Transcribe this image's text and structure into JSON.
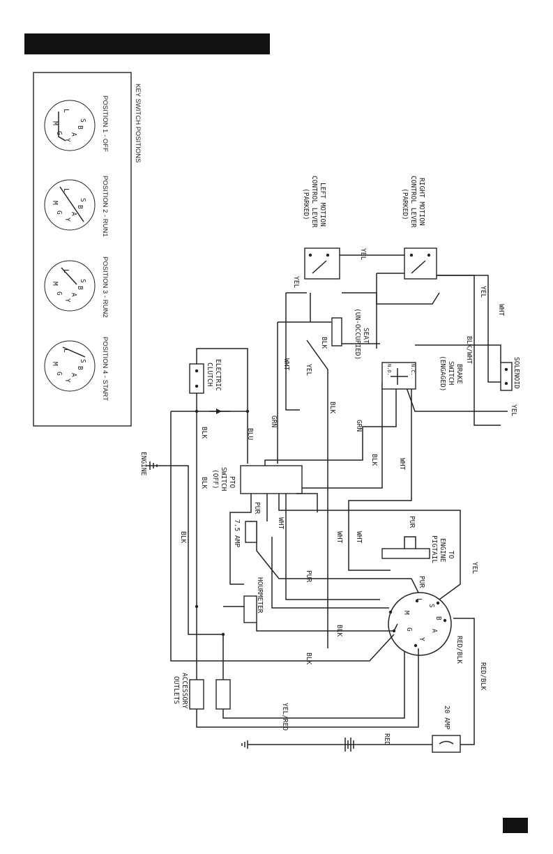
{
  "key_switch": {
    "title": "KEY SWITCH POSITIONS",
    "positions": [
      {
        "label": "POSITION 1 - OFF"
      },
      {
        "label": "POSITION 2 - RUN1"
      },
      {
        "label": "POSITION 3 - RUN2"
      },
      {
        "label": "POSITION 4 - START"
      }
    ],
    "terminal_letters": {
      "s": "S",
      "b": "B",
      "a": "A",
      "y": "Y",
      "g": "G",
      "m": "M",
      "l": "L"
    }
  },
  "components": {
    "left_lever": [
      "LEFT MOTION",
      "CONTROL LEVER",
      "(PARKED)"
    ],
    "right_lever": [
      "RIGHT MOTION",
      "CONTROL LEVER",
      "(PARKED)"
    ],
    "seat": [
      "SEAT",
      "(UN-OCCUPIED)"
    ],
    "brake": [
      "BRAKE",
      "SWITCH",
      "(ENGAGED)"
    ],
    "brake_nc": "N.C.",
    "brake_no": "N.O.",
    "solenoid": "SOLENOID",
    "clutch": [
      "ELECTRIC",
      "CLUTCH"
    ],
    "pto": [
      "PTO",
      "SWITCH",
      "(OFF)"
    ],
    "fuse75": "7.5 AMP",
    "pigtail": [
      "TO",
      "ENGINE",
      "PIGTAIL"
    ],
    "hourmeter": "HOURMETER",
    "outlets": [
      "ACCESSORY",
      "OUTLETS"
    ],
    "fuse20": "20 AMP",
    "engine": "ENGINE"
  },
  "wire_labels": {
    "yel": "YEL",
    "wht": "WHT",
    "blk": "BLK",
    "blkwht": "BLK/WHT",
    "grn": "GRN",
    "blu": "BLU",
    "pur": "PUR",
    "redblk": "RED/BLK",
    "yelred": "YEL/RED",
    "red": "RED"
  }
}
